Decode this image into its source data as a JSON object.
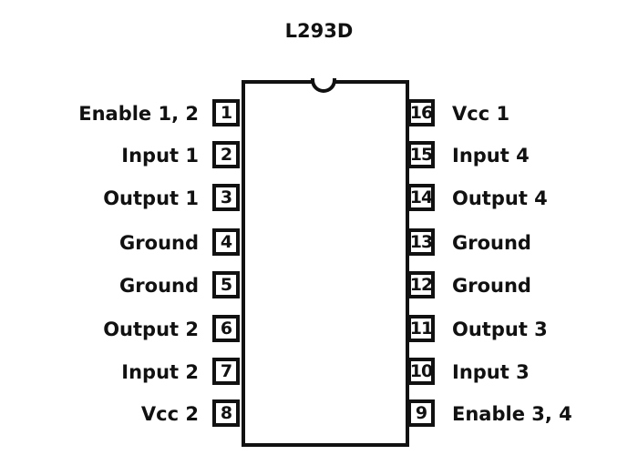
{
  "title": "L293D",
  "left_pins": [
    {
      "number": "1",
      "label": "Enable 1, 2"
    },
    {
      "number": "2",
      "label": "Input 1"
    },
    {
      "number": "3",
      "label": "Output 1"
    },
    {
      "number": "4",
      "label": "Ground"
    },
    {
      "number": "5",
      "label": "Ground"
    },
    {
      "number": "6",
      "label": "Output 2"
    },
    {
      "number": "7",
      "label": "Input 2"
    },
    {
      "number": "8",
      "label": "Vcc 2"
    }
  ],
  "right_pins": [
    {
      "number": "16",
      "label": "Vcc 1"
    },
    {
      "number": "15",
      "label": "Input 4"
    },
    {
      "number": "14",
      "label": "Output 4"
    },
    {
      "number": "13",
      "label": "Ground"
    },
    {
      "number": "12",
      "label": "Ground"
    },
    {
      "number": "11",
      "label": "Output 3"
    },
    {
      "number": "10",
      "label": "Input 3"
    },
    {
      "number": "9",
      "label": "Enable 3, 4"
    }
  ]
}
